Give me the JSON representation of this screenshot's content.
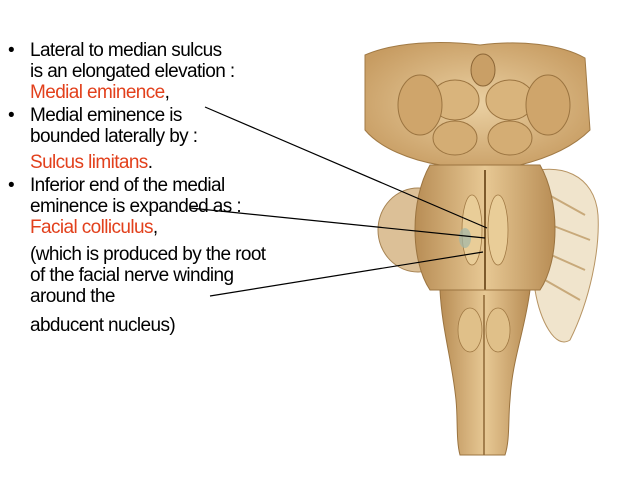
{
  "bullets": [
    {
      "lines": [
        "Lateral to median sulcus",
        "is an elongated elevation :"
      ],
      "highlight": "Medial eminence",
      "highlight_suffix": ","
    },
    {
      "lines": [
        "Medial eminence is",
        "bounded laterally by :"
      ],
      "highlight": "Sulcus limitans",
      "highlight_suffix": "."
    },
    {
      "lines": [
        "Inferior end of the medial",
        "eminence is expanded as :"
      ],
      "highlight": "Facial colliculus",
      "highlight_suffix": ","
    }
  ],
  "note_lines": [
    "(which is produced by the root",
    "of the facial nerve winding",
    "around the"
  ],
  "note_last": "abducent nucleus)",
  "bullet_char": "•",
  "colors": {
    "highlight": "#e2401c",
    "text": "#000000",
    "brainstem": "#d8b37c"
  }
}
